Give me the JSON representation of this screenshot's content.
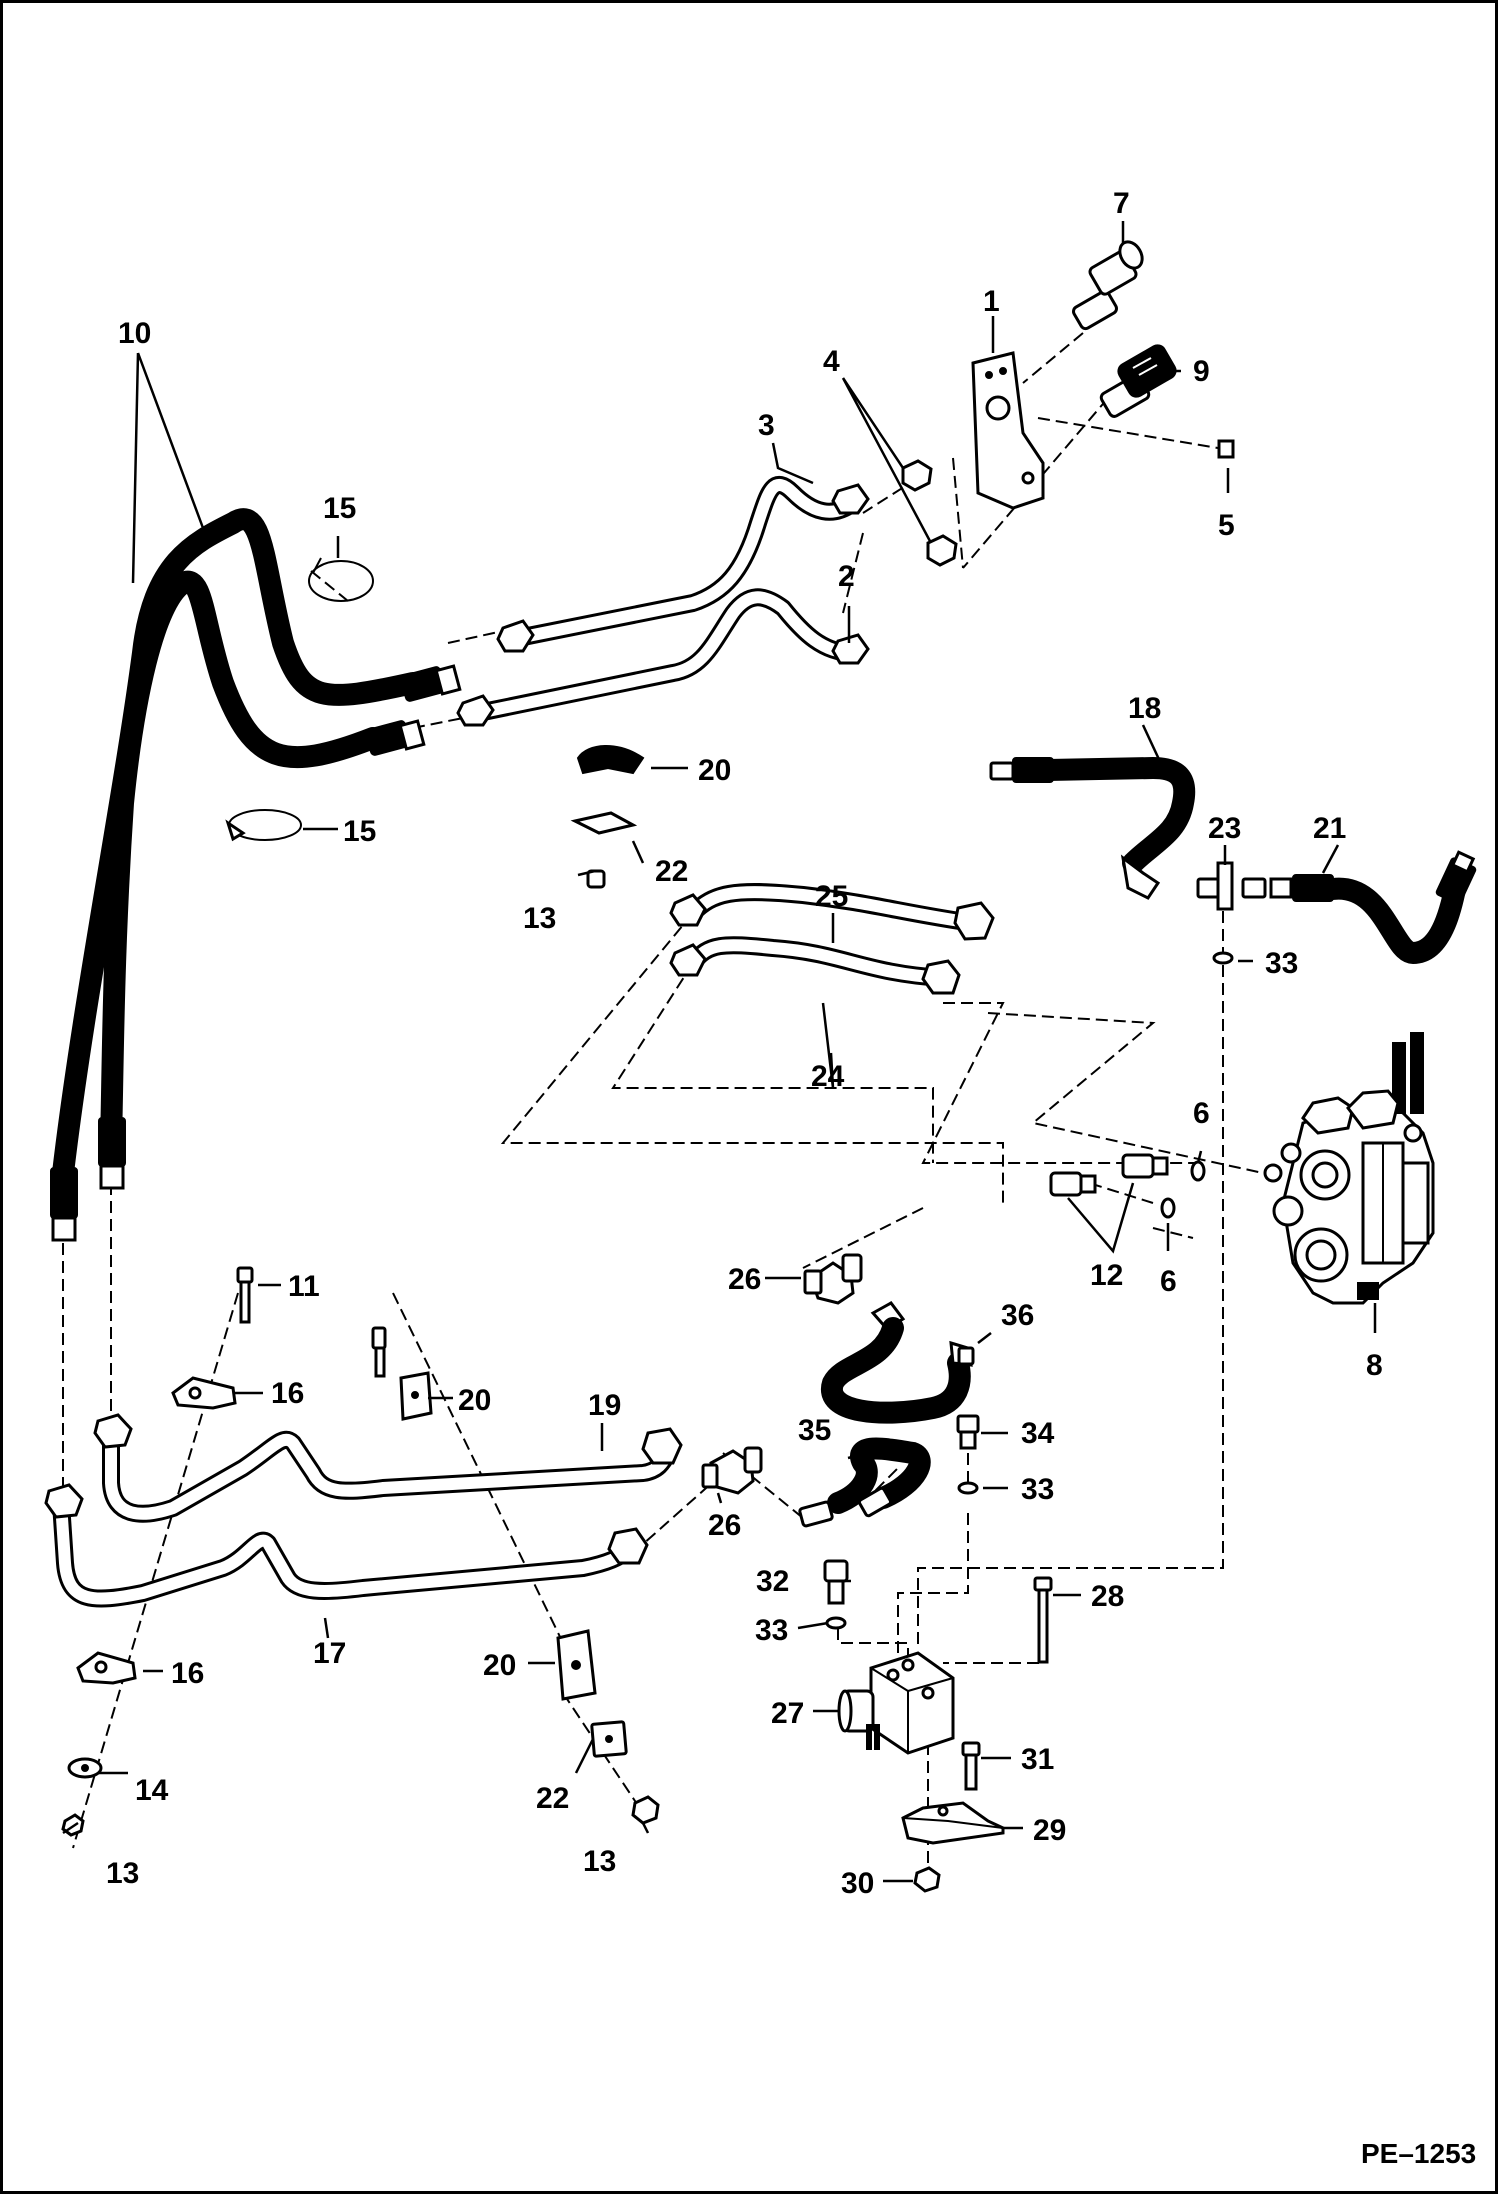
{
  "diagram": {
    "drawing_code": "PE–1253",
    "callouts": [
      "1",
      "2",
      "3",
      "4",
      "5",
      "6",
      "7",
      "8",
      "9",
      "10",
      "11",
      "12",
      "13",
      "14",
      "15",
      "16",
      "17",
      "18",
      "19",
      "20",
      "21",
      "22",
      "23",
      "24",
      "25",
      "26",
      "27",
      "28",
      "29",
      "30",
      "31",
      "32",
      "33",
      "34",
      "35",
      "36"
    ]
  },
  "colors": {
    "ink": "#000000",
    "paper": "#ffffff"
  }
}
